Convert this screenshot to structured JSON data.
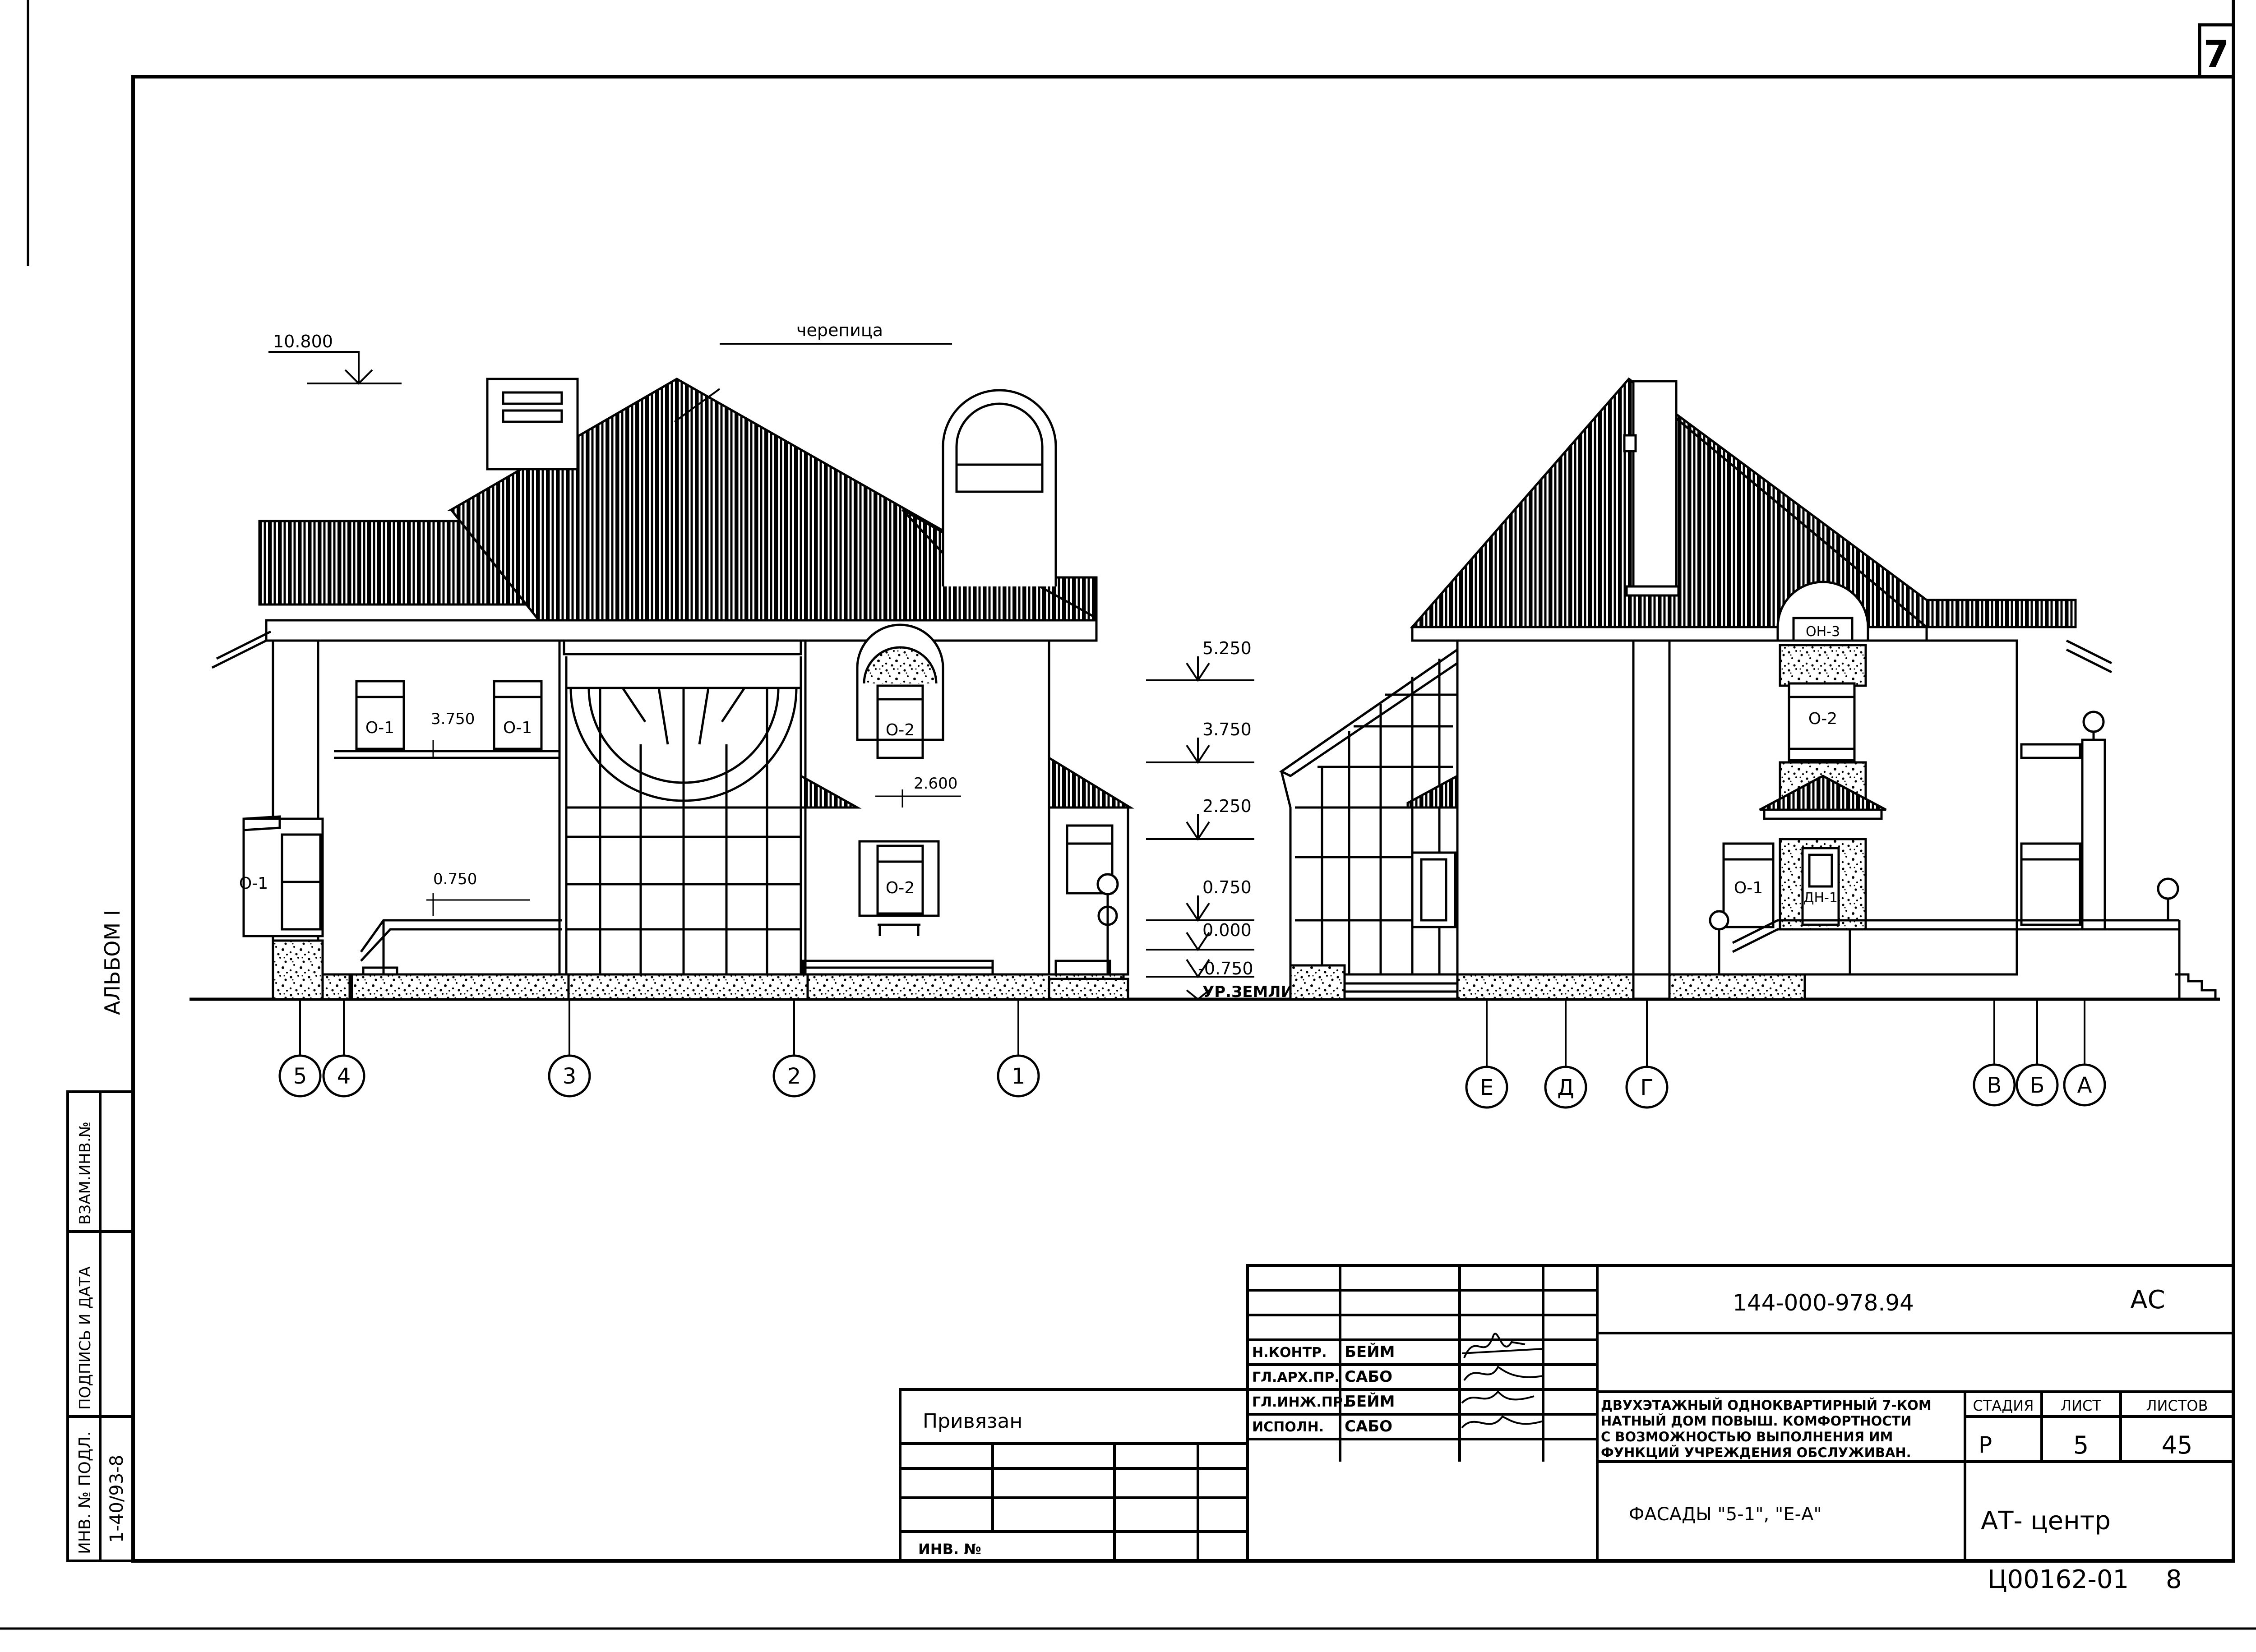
{
  "sheet": {
    "page_number": "7",
    "album_label": "АЛЬБОМ I",
    "bottom_code": "Ц00162-01",
    "bottom_num": "8"
  },
  "side_stamp": {
    "inv_label": "ИНВ. № ПОДЛ.",
    "inv_value": "1-40/93-8",
    "sign_label": "ПОДПИСЬ И ДАТА",
    "vzam_label": "ВЗАМ.ИНВ.№"
  },
  "facade_left": {
    "roof_note": "черепица",
    "top_level": "10.800",
    "window_labels": [
      "О-1",
      "О-1",
      "О-2",
      "О-2",
      "О-1"
    ],
    "levels": [
      "3.750",
      "2.600",
      "0.750"
    ],
    "axes": [
      "5",
      "4",
      "3",
      "2",
      "1"
    ]
  },
  "level_scale": {
    "marks": [
      "5.250",
      "3.750",
      "2.250",
      "0.750",
      "0.000",
      "-0.750"
    ],
    "ground": "УР.ЗЕМЛИ"
  },
  "facade_right": {
    "window_labels": [
      "ОН-3",
      "О-2",
      "О-1",
      "ДН-1"
    ],
    "axes": [
      "Е",
      "Д",
      "Г",
      "В",
      "Б",
      "А"
    ]
  },
  "title_block": {
    "doc_code": "144-000-978.94",
    "mark": "АС",
    "roles": [
      {
        "role": "Н.КОНТР.",
        "name": "БЕЙМ"
      },
      {
        "role": "ГЛ.АРХ.ПР.",
        "name": "САБО"
      },
      {
        "role": "ГЛ.ИНЖ.ПР.",
        "name": "БЕЙМ"
      },
      {
        "role": "ИСПОЛН.",
        "name": "САБО"
      }
    ],
    "project_title": [
      "ДВУХЭТАЖНЫЙ ОДНОКВАРТИРНЫЙ 7-КОМ",
      "НАТНЫЙ ДОМ ПОВЫШ. КОМФОРТНОСТИ",
      "С ВОЗМОЖНОСТЬЮ ВЫПОЛНЕНИЯ ИМ",
      "ФУНКЦИЙ УЧРЕЖДЕНИЯ ОБСЛУЖИВАН."
    ],
    "stage_header": "СТАДИЯ",
    "sheet_header": "ЛИСТ",
    "sheets_header": "ЛИСТОВ",
    "stage": "Р",
    "sheet": "5",
    "sheets": "45",
    "drawing_title": "ФАСАДЫ \"5-1\", \"Е-А\"",
    "organization": "АТ- центр",
    "attached_label": "Привязан",
    "inv_no_label": "ИНВ. №"
  }
}
